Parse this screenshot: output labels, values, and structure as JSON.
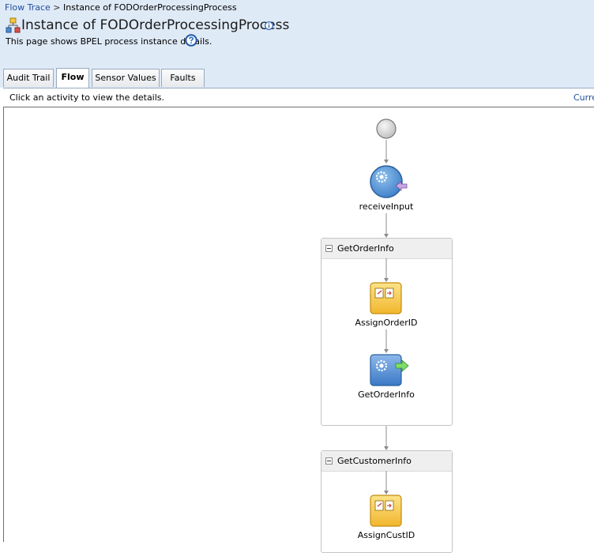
{
  "breadcrumb": {
    "link": "Flow Trace",
    "separator": ">",
    "current": "Instance of FODOrderProcessingProcess"
  },
  "header": {
    "title": "Instance of FODOrderProcessingProcess",
    "subtitle": "This page shows BPEL process instance details."
  },
  "tabs": [
    {
      "label": "Audit Trail",
      "active": false
    },
    {
      "label": "Flow",
      "active": true
    },
    {
      "label": "Sensor Values",
      "active": false
    },
    {
      "label": "Faults",
      "active": false
    }
  ],
  "infobar": {
    "text": "Click an activity to view the details.",
    "right_link": "Curre"
  },
  "flow": {
    "activities": {
      "receive": "receiveInput",
      "assign_order": "AssignOrderID",
      "invoke_order": "GetOrderInfo",
      "assign_cust": "AssignCustID"
    },
    "scopes": {
      "order": "GetOrderInfo",
      "customer": "GetCustomerInfo"
    }
  },
  "colors": {
    "header_bg": "#dfeaf7",
    "link": "#1f4e9b",
    "receive_blue": "#4b8fd3",
    "assign_yellow": "#f5c842",
    "invoke_blue": "#3f7fd0"
  },
  "icons": {
    "title": "process-tree-icon",
    "info": "info-icon",
    "help": "help-icon",
    "receive": "receive-gear-icon",
    "assign": "assign-copy-icon",
    "invoke": "invoke-gear-icon"
  }
}
